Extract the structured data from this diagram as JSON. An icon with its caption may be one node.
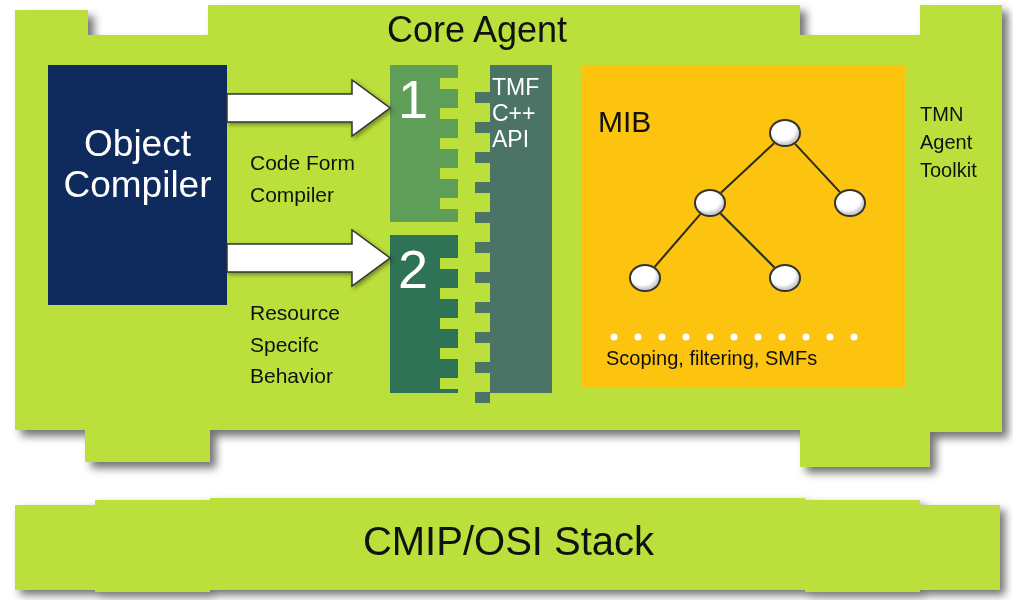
{
  "diagram": {
    "nodes": [
      {
        "text": [
          "Core Agent"
        ]
      },
      {
        "text": [
          "Object Compiler"
        ],
        "in": 0
      },
      {
        "text": [
          "1"
        ],
        "in": 0
      },
      {
        "text": [
          "2"
        ],
        "in": 0
      },
      {
        "text": [
          "TMF C++ API"
        ],
        "in": 0
      },
      {
        "text": [
          "MIB",
          "Scoping, filtering, SMFs"
        ],
        "in": 0
      },
      {
        "text": [],
        "shape": "circle",
        "in": 5
      },
      {
        "text": [],
        "shape": "circle",
        "in": 5
      },
      {
        "text": [],
        "shape": "circle",
        "in": 5
      },
      {
        "text": [],
        "shape": "circle",
        "in": 5
      },
      {
        "text": [],
        "shape": "circle",
        "in": 5
      },
      {
        "text": [
          "CMIP/OSI Stack"
        ]
      }
    ],
    "edges": [
      {
        "from": 1,
        "to": 2,
        "arrow": "to",
        "label": "Code Form Compiler"
      },
      {
        "from": 1,
        "to": 3,
        "arrow": "to",
        "label": "Resource Specifc Behavior"
      },
      {
        "from": 6,
        "to": 7,
        "arrow": "none"
      },
      {
        "from": 6,
        "to": 8,
        "arrow": "none"
      },
      {
        "from": 7,
        "to": 9,
        "arrow": "none"
      },
      {
        "from": 7,
        "to": 10,
        "arrow": "none"
      }
    ],
    "labels": [
      "TMN Agent Toolkit"
    ]
  }
}
